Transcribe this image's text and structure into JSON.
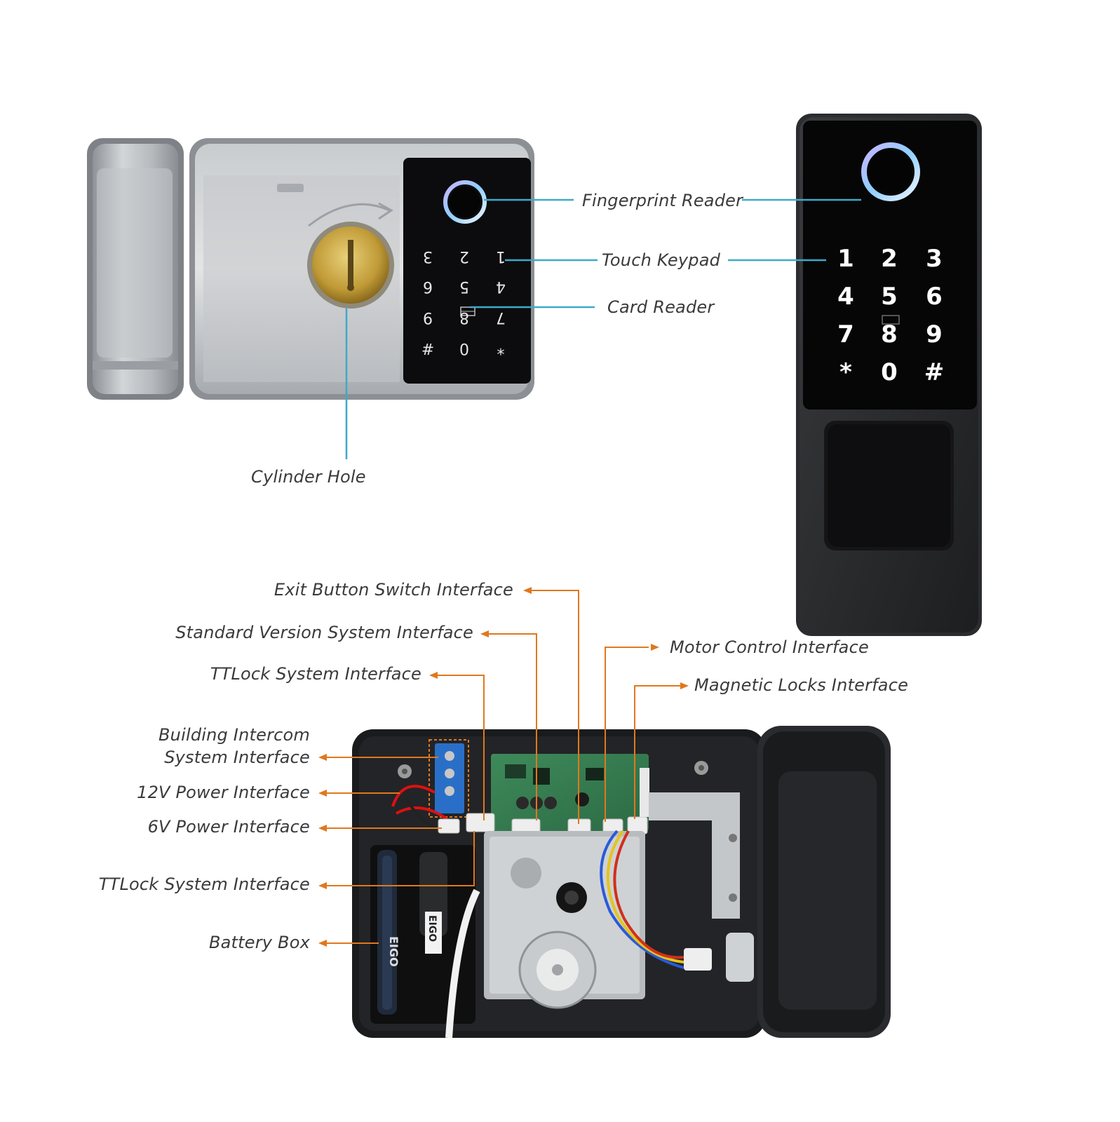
{
  "labels": {
    "fingerprint_reader": "Fingerprint Reader",
    "touch_keypad": "Touch Keypad",
    "card_reader": "Card Reader",
    "cylinder_hole": "Cylinder Hole",
    "exit_button": "Exit Button Switch Interface",
    "standard_version": "Standard Version System Interface",
    "ttlock_top": "TTLock System Interface",
    "motor_control": "Motor Control Interface",
    "magnetic_locks": "Magnetic Locks Interface",
    "building_intercom_1": "Building Intercom",
    "building_intercom_2": "System Interface",
    "power_12v": "12V Power Interface",
    "power_6v": "6V Power Interface",
    "ttlock_bottom": "TTLock System Interface",
    "battery_box": "Battery Box"
  },
  "keypad_keys": [
    "1",
    "2",
    "3",
    "4",
    "5",
    "6",
    "7",
    "8",
    "9",
    "*",
    "0",
    "#"
  ],
  "battery_text_1": "EIGO",
  "battery_text_2": "EIGO",
  "colors": {
    "leader_blue": "#3fa9c9",
    "leader_orange": "#e0781e",
    "panel_black": "#0c0c0e",
    "steel": "#b8bcc0",
    "brass": "#c9a83f"
  }
}
